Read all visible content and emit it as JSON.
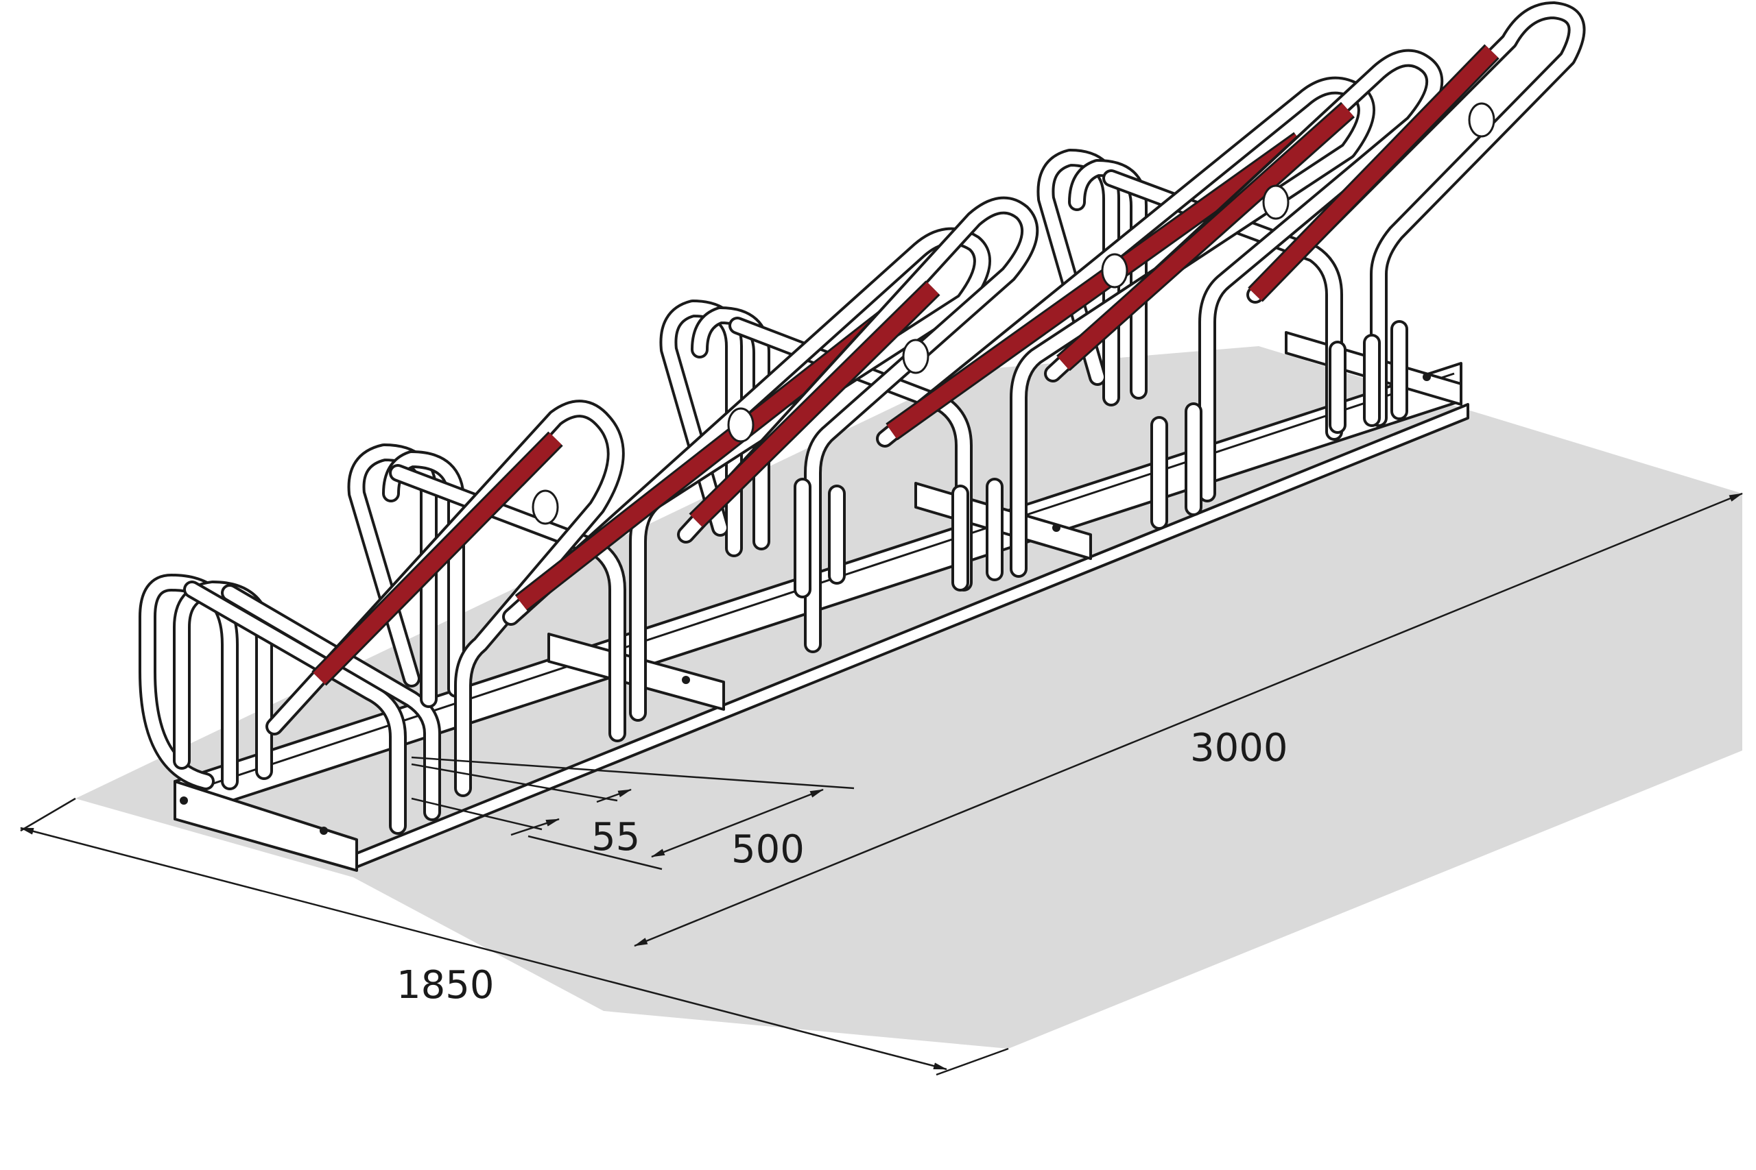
{
  "colors": {
    "ground": "#dadada",
    "tube": "#ffffff",
    "outline": "#1a1a1a",
    "red_band": "#9b1b23"
  },
  "dimensions": {
    "length": "3000",
    "width": "1850",
    "spacing": "500",
    "offset": "55"
  }
}
